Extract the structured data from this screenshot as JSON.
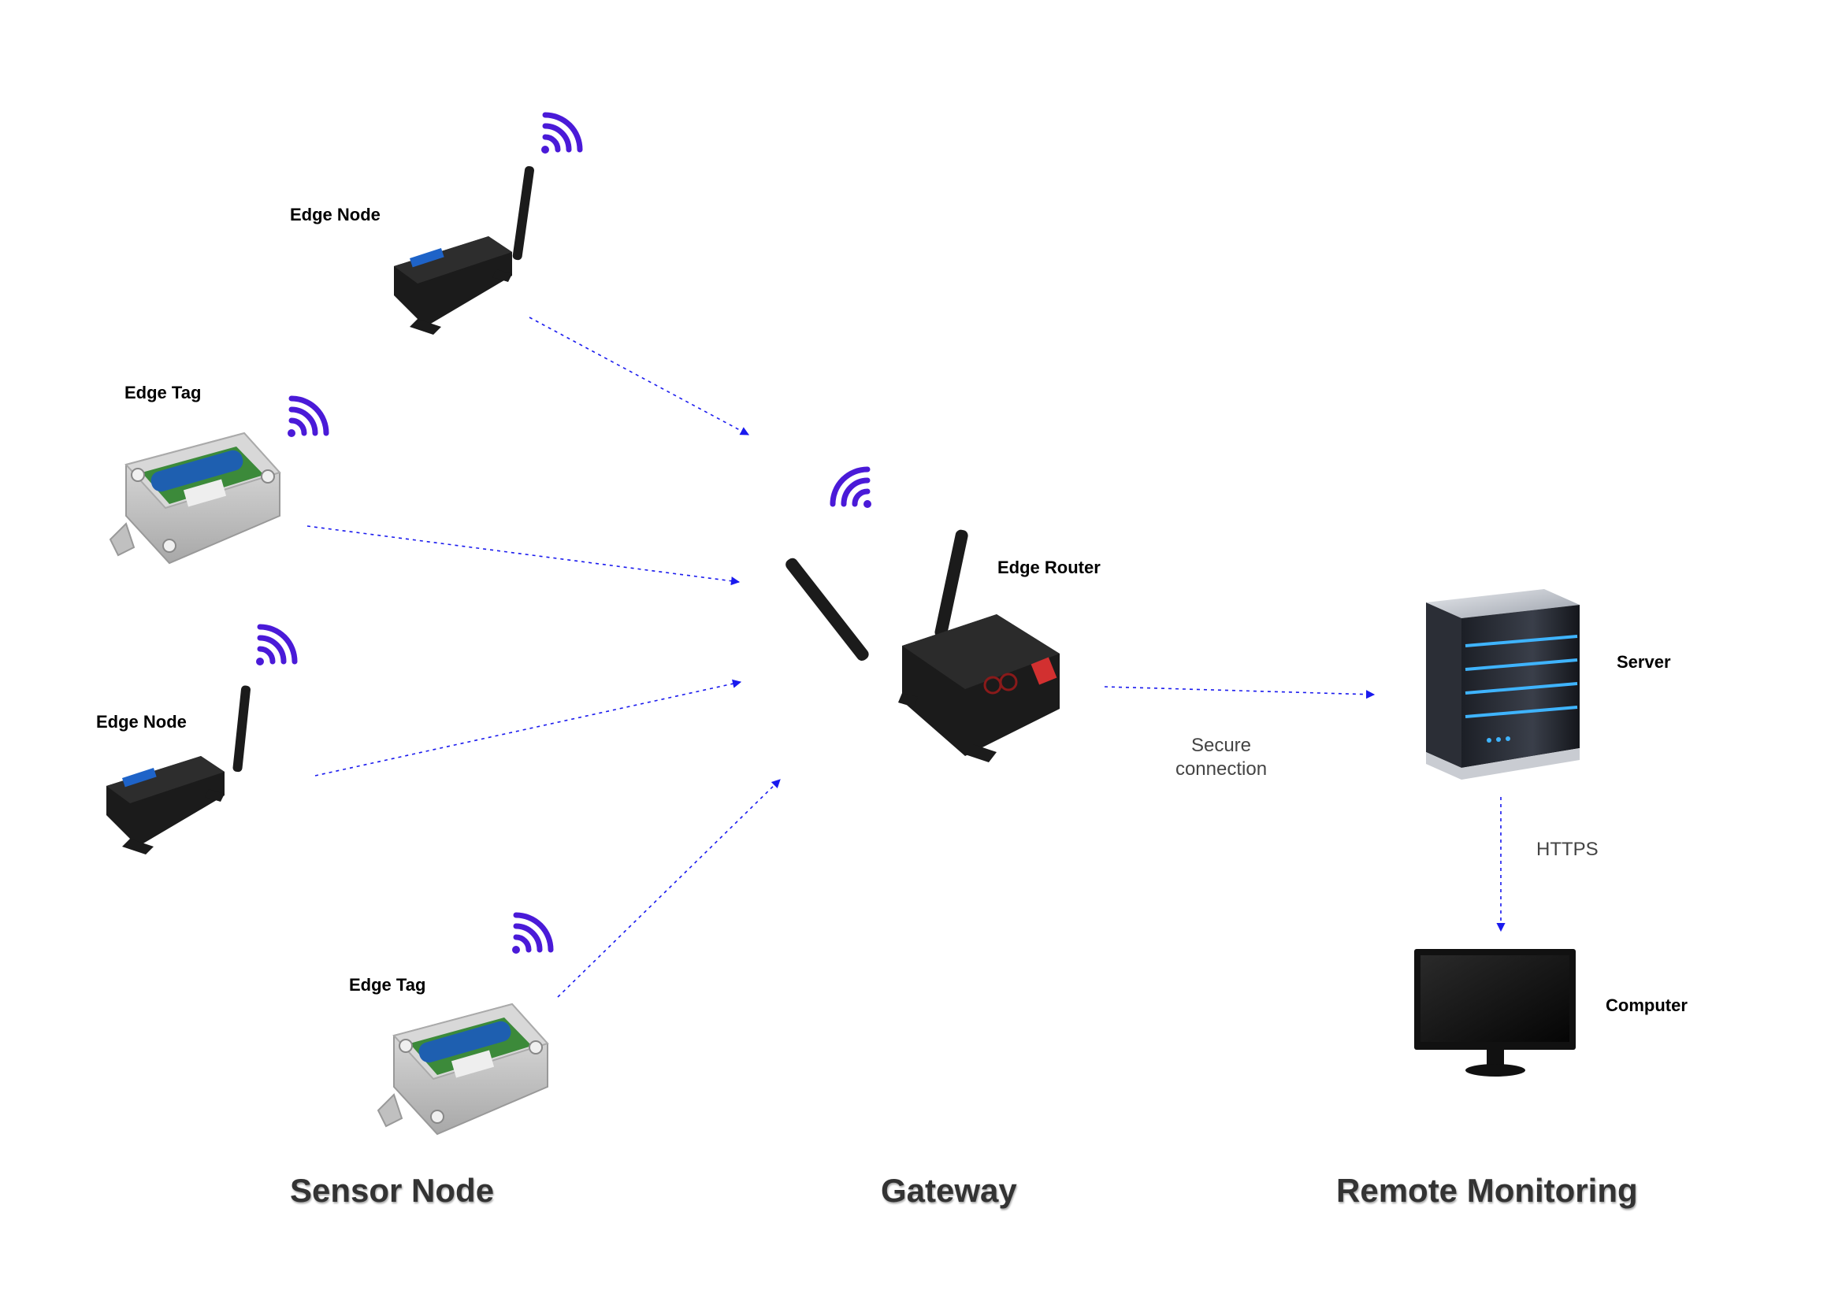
{
  "colors": {
    "arrow": "#1a1aee",
    "wifi": "#4a1ad8",
    "device_dark": "#1b1b1b",
    "enclosure": "#c8c8c8",
    "battery": "#1e5fb0",
    "pcb": "#3c8a3a",
    "router_accent": "#d23030",
    "server_light": "#3fb4ff"
  },
  "devices": {
    "edge_node_1": {
      "label": "Edge Node",
      "icon": "edge-node-device"
    },
    "edge_tag_1": {
      "label": "Edge Tag",
      "icon": "edge-tag-enclosure"
    },
    "edge_node_2": {
      "label": "Edge Node",
      "icon": "edge-node-device"
    },
    "edge_tag_2": {
      "label": "Edge Tag",
      "icon": "edge-tag-enclosure"
    },
    "edge_router": {
      "label": "Edge Router",
      "icon": "edge-router-device"
    },
    "server": {
      "label": "Server",
      "icon": "server-tower"
    },
    "computer": {
      "label": "Computer",
      "icon": "monitor"
    }
  },
  "connections": {
    "secure": {
      "line1": "Secure",
      "line2": "connection"
    },
    "https": {
      "label": "HTTPS"
    }
  },
  "sections": {
    "sensor": "Sensor Node",
    "gateway": "Gateway",
    "remote": "Remote Monitoring"
  }
}
